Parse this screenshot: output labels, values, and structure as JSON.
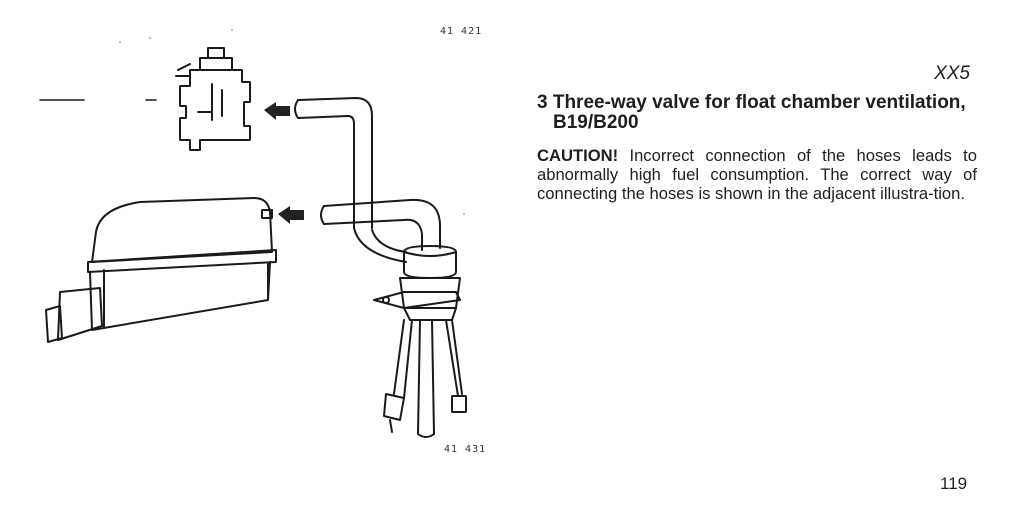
{
  "figure": {
    "code_top": "41 421",
    "code_bottom": "41 431"
  },
  "section_code": "XX5",
  "heading": {
    "line1": "3 Three-way valve for float chamber ventilation,",
    "line2": "B19/B200"
  },
  "body": {
    "caution_label": "CAUTION!",
    "text": "Incorrect connection of the hoses leads to abnormally high fuel consumption. The correct way of connecting the hoses is shown in the adjacent illustra-tion."
  },
  "page_number": "119"
}
